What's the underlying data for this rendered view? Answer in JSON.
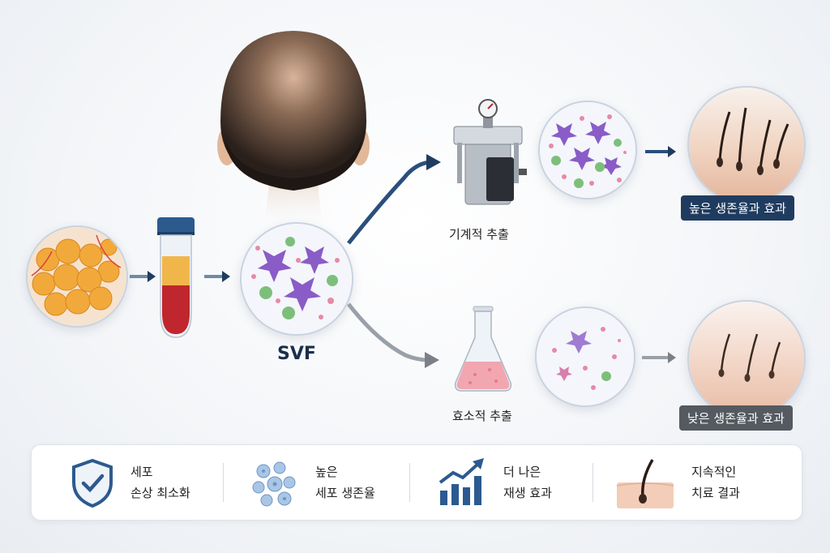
{
  "center_label": "SVF",
  "branches": {
    "mechanical": {
      "label": "기계적 추출",
      "result": "높은 생존율과 효과"
    },
    "enzymatic": {
      "label": "효소적 추출",
      "result": "낮은 생존율과 효과"
    }
  },
  "features": [
    {
      "icon": "shield-check-icon",
      "line1": "세포",
      "line2": "손상 최소화"
    },
    {
      "icon": "cells-icon",
      "line1": "높은",
      "line2": "세포 생존율"
    },
    {
      "icon": "growth-chart-icon",
      "line1": "더 나은",
      "line2": "재생 효과"
    },
    {
      "icon": "hair-follicle-icon",
      "line1": "지속적인",
      "line2": "치료 결과"
    }
  ],
  "colors": {
    "navy": "#1f3c60",
    "gray": "#555a60",
    "fat": "#f2a93b",
    "blood": "#c0262d",
    "cell_purple": "#8a5cc7",
    "cell_green": "#7dbf7a",
    "cell_pink": "#e58aa6"
  }
}
